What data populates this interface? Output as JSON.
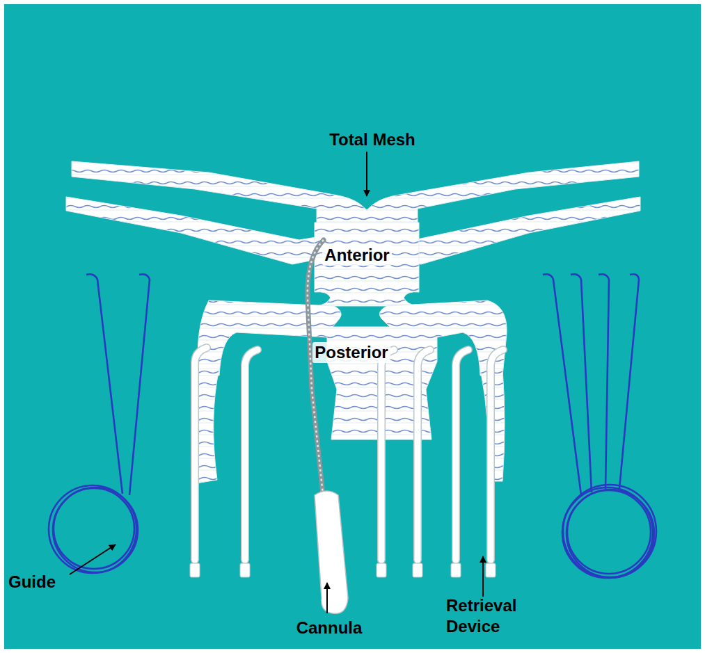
{
  "diagram": {
    "labels": [
      "Total Mesh",
      "Anterior",
      "Posterior",
      "Guide",
      "Cannula",
      "Retrieval Device"
    ]
  }
}
